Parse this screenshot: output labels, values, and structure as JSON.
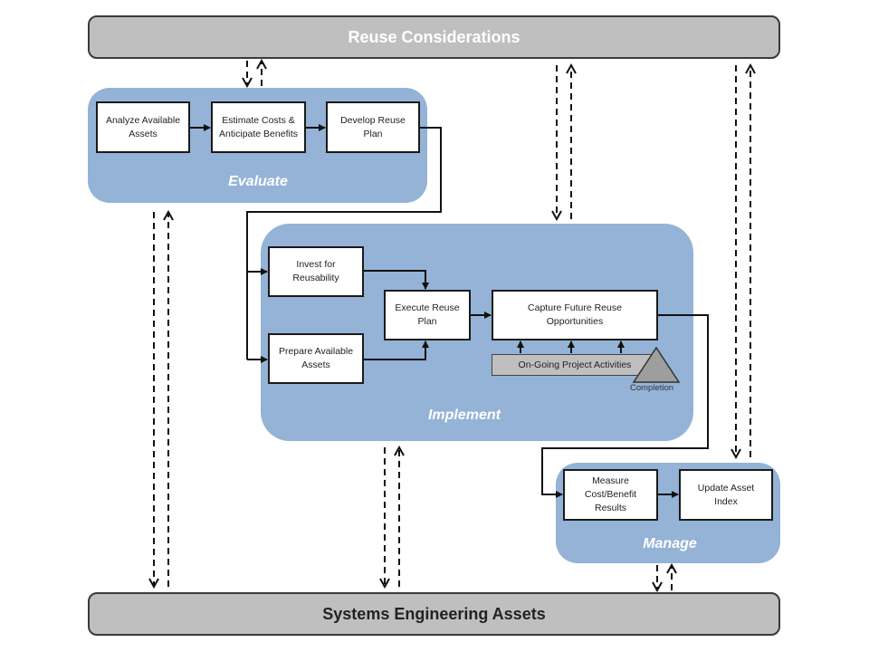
{
  "top_bar": {
    "label": "Reuse Considerations"
  },
  "bottom_bar": {
    "label": "Systems Engineering Assets"
  },
  "evaluate": {
    "label": "Evaluate",
    "steps": {
      "analyze": "Analyze Available Assets",
      "estimate": "Estimate Costs & Anticipate Benefits",
      "develop": "Develop Reuse Plan"
    }
  },
  "implement": {
    "label": "Implement",
    "steps": {
      "invest": "Invest for Reusability",
      "prepare": "Prepare Available Assets",
      "execute": "Execute Reuse Plan",
      "capture": "Capture Future Reuse Opportunities"
    },
    "ongoing": "On-Going Project Activities",
    "completion": "Completion"
  },
  "manage": {
    "label": "Manage",
    "steps": {
      "measure": "Measure Cost/Benefit Results",
      "update": "Update Asset Index"
    }
  },
  "colors": {
    "region_fill": "#94b3d7",
    "bar_fill": "#bfbfbf",
    "outline": "#1a1a1a"
  }
}
